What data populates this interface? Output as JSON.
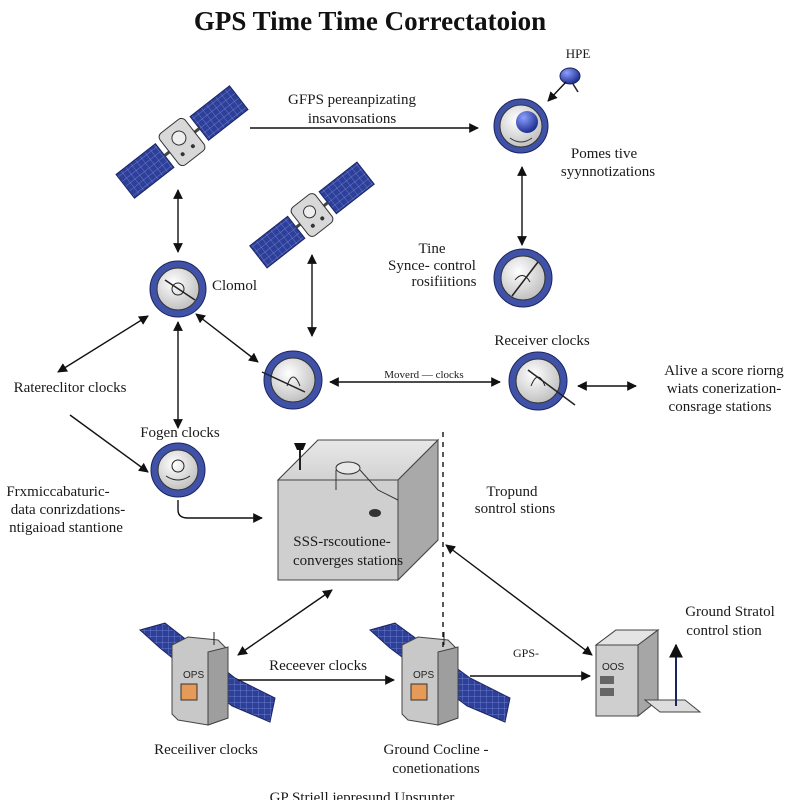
{
  "title": "GPS Time Time Correctatoion",
  "labels": {
    "gps_prop_1": "GFPS pereanpizating",
    "gps_prop_2": "insavonsations",
    "hpe": "HPE",
    "pomes_1": "Pomes tive",
    "pomes_2": "syynnotizations",
    "clomol": "Clomol",
    "tine_1": "Tine",
    "tine_2": "Synce- control",
    "tine_3": "rosifiitions",
    "receiver_clocks_top": "Receiver clocks",
    "moverd_clocks": "Moverd — clocks",
    "alive_1": "Alive a score riorng",
    "alive_2": "wiats conerization-",
    "alive_3": "consrage stations",
    "ratereclitor": "Ratereclitor clocks",
    "fogen": "Fogen clocks",
    "frxmic_1": "Frxmiccabaturic-",
    "frxmic_2": "data conrizdations-",
    "frxmic_3": "ntigaioad stantione",
    "tropund_1": "Tropund",
    "tropund_2": "sontrol stions",
    "ss_1": "SSS-rscoutione-",
    "ss_2": "converges stations",
    "ground_stratol_1": "Ground Stratol",
    "ground_stratol_2": "control stion",
    "gps_mid": "GPS-",
    "receiver_clocks_mid": "Receever clocks",
    "receiver_clocks_bottom": "Receiliver clocks",
    "ground_cocline_1": "Ground Cocline -",
    "ground_cocline_2": "conetionations",
    "bottom_cut": "GP Striell jepresund Upsrunter",
    "server_text": "OPS",
    "station_text": "OOS"
  },
  "colors": {
    "panel_blue": "#2d3f99",
    "clock_ring": "#3f52a8",
    "clock_face": "#e6e6e6",
    "building_grey": "#cfcfcf"
  },
  "icons": [
    "satellite-icon",
    "clock-icon",
    "satellite-dish-icon",
    "server-rack-icon",
    "building-icon",
    "antenna-icon"
  ]
}
